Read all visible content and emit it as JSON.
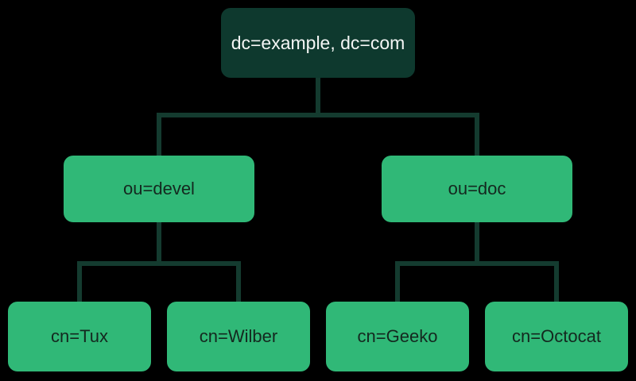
{
  "diagram": {
    "type": "tree",
    "root": {
      "label": "dc=example, dc=com",
      "children": [
        {
          "label": "ou=devel",
          "children": [
            {
              "label": "cn=Tux"
            },
            {
              "label": "cn=Wilber"
            }
          ]
        },
        {
          "label": "ou=doc",
          "children": [
            {
              "label": "cn=Geeko"
            },
            {
              "label": "cn=Octocat"
            }
          ]
        }
      ]
    }
  },
  "colors": {
    "background": "#000000",
    "root_node_bg": "#0e392e",
    "root_node_text": "#f4f6f5",
    "child_node_bg": "#30b877",
    "child_node_text": "#14281f",
    "connector": "#143b2f"
  }
}
